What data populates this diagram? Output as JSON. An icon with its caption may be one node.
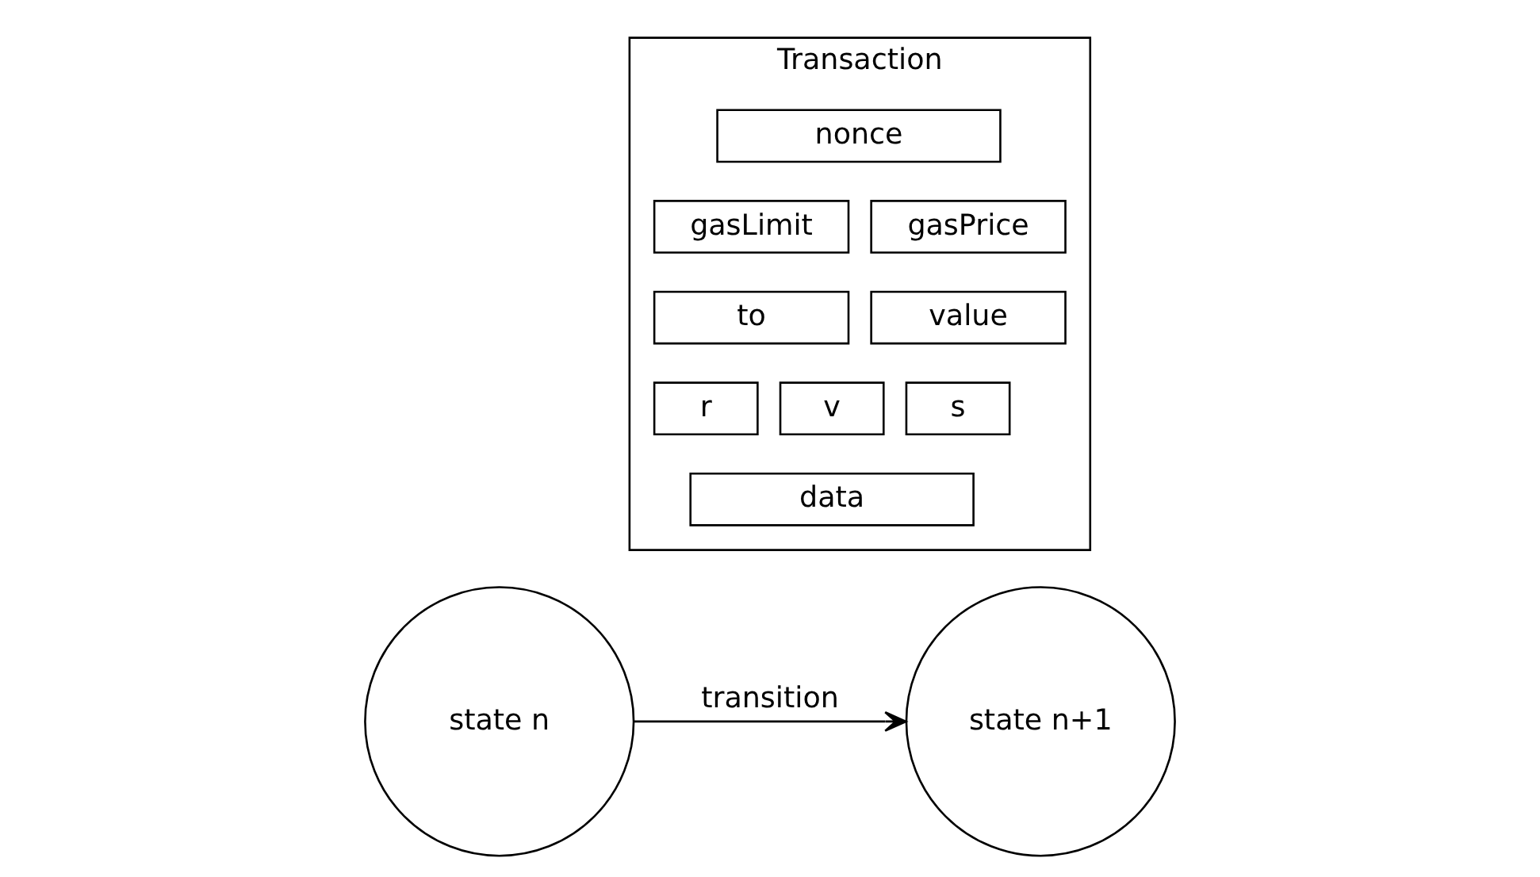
{
  "diagram": {
    "nodes": [
      {
        "text": [
          "Transaction"
        ]
      },
      {
        "text": [
          "nonce"
        ],
        "in": 0
      },
      {
        "text": [
          "gasLimit"
        ],
        "in": 0
      },
      {
        "text": [
          "gasPrice"
        ],
        "in": 0
      },
      {
        "text": [
          "to"
        ],
        "in": 0
      },
      {
        "text": [
          "value"
        ],
        "in": 0
      },
      {
        "text": [
          "v"
        ],
        "in": 0
      },
      {
        "text": [
          "r"
        ],
        "in": 0
      },
      {
        "text": [
          "s"
        ],
        "in": 0
      },
      {
        "text": [
          "data"
        ],
        "in": 0
      },
      {
        "text": [
          "state n"
        ]
      },
      {
        "text": [
          "state n+1"
        ]
      }
    ],
    "edges": [
      {
        "from": 10,
        "to": 11,
        "arrow": "to",
        "label": "transition"
      }
    ]
  }
}
